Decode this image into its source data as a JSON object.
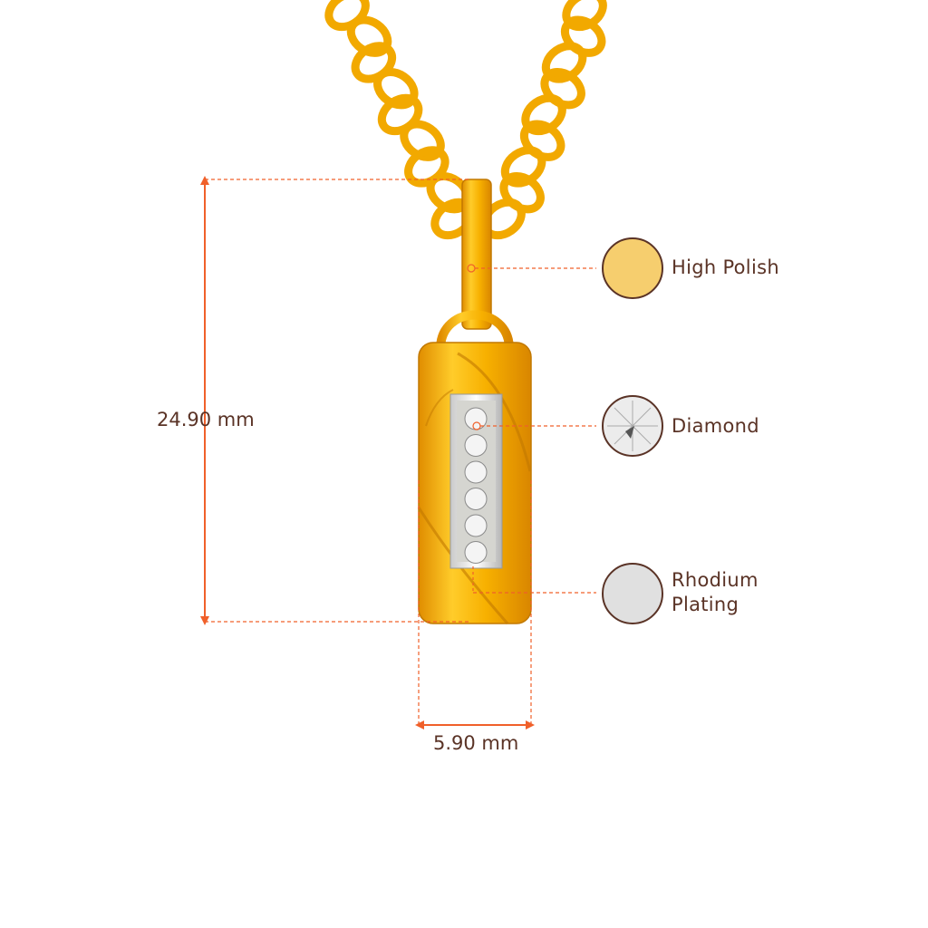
{
  "dimensions": {
    "height_label": "24.90 mm",
    "width_label": "5.90 mm"
  },
  "materials": [
    {
      "label": "High Polish",
      "swatch_color": "#f6ce6e"
    },
    {
      "label": "Diamond",
      "swatch_color": "#e8e8e8"
    },
    {
      "label": "Rhodium Plating",
      "label_line1": "Rhodium",
      "label_line2": "Plating",
      "swatch_color": "#e0e0e0"
    }
  ],
  "colors": {
    "gold": "#f5b400",
    "gold_dark": "#d88a00",
    "dimension_line": "#f0602a",
    "text": "#5a3326"
  }
}
